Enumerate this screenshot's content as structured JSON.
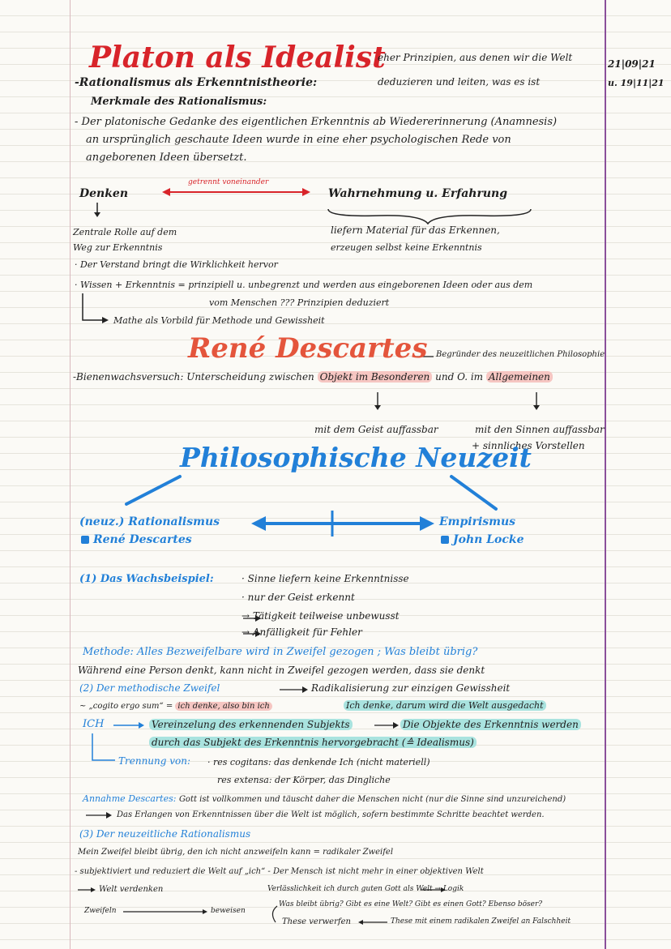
{
  "title": "Platon als Idealist",
  "header_note": [
    "eher Prinzipien, aus denen wir die Welt",
    "deduzieren und leiten, was es ist"
  ],
  "dates": [
    "21|09|21",
    "u. 19|11|21"
  ],
  "rationalismus_heading": "-Rationalismus als Erkenntnistheorie:",
  "merkmale_heading": "Merkmale des Rationalismus:",
  "platon_text": [
    "- Der platonische Gedanke des eigentlichen Erkenntnis ab Wiedererinnerung (Anamnesis)",
    "an ursprünglich geschaute Ideen wurde in eine eher psychologischen Rede von",
    "angeborenen Ideen übersetzt."
  ],
  "denken": "Denken",
  "getrennt": "getrennt voneinander",
  "wahrnehmung": "Wahrnehmung u. Erfahrung",
  "denken_note": [
    "Zentrale Rolle auf dem",
    "Weg zur Erkenntnis"
  ],
  "wahrnehmung_note": [
    "liefern Material für das Erkennen,",
    "erzeugen selbst keine Erkenntnis"
  ],
  "verstand": "· Der Verstand bringt die Wirklichkeit hervor",
  "wissen": [
    "· Wissen + Erkenntnis = prinzipiell u. unbegrenzt und werden aus eingeborenen Ideen oder aus dem",
    "vom Menschen ??? Prinzipien deduziert"
  ],
  "mathe": "Mathe als Vorbild für Methode und Gewissheit",
  "descartes_title": "René Descartes",
  "descartes_sub": "Begründer des neuzeitlichen Philosophie",
  "bienen": {
    "prefix": "-Bienenwachsversuch: Unterscheidung zwischen",
    "obj1": "Objekt im Besonderen",
    "mid": "und O. im",
    "obj2": "Allgemeinen"
  },
  "geist": "mit dem Geist auffassbar",
  "sinne": [
    "mit den Sinnen auffassbar",
    "+ sinnliches Vorstellen"
  ],
  "neuzeit": "Philosophische Neuzeit",
  "left_branch": {
    "label": "(neuz.) Rationalismus",
    "person": "René Descartes"
  },
  "right_branch": {
    "label": "Empirismus",
    "person": "John Locke"
  },
  "wachs": {
    "label": "(1) Das Wachsbeispiel:",
    "items": [
      "· Sinne liefern keine Erkenntnisse",
      "· nur der Geist erkennt",
      "→ Tätigkeit teilweise unbewusst",
      "→ Anfälligkeit für Fehler"
    ]
  },
  "methode": "Methode: Alles Bezweifelbare wird in Zweifel gezogen ; Was bleibt übrig?",
  "waehrend": "Während eine Person denkt, kann nicht in Zweifel gezogen werden, dass sie denkt",
  "zweifel": {
    "label": "(2) Der methodische Zweifel",
    "result": "Radikalisierung zur einzigen Gewissheit"
  },
  "cogito": {
    "quote": "~ „cogito ergo sum“ =",
    "red": "ich denke, also bin ich",
    "teal": "Ich denke, darum wird die Welt ausgedacht"
  },
  "ich": {
    "label": "ICH",
    "a": "Vereinzelung des erkennenden Subjekts",
    "b": "Die Objekte des Erkenntnis werden",
    "c": "durch das Subjekt des Erkenntnis hervorgebracht (≙ Idealismus)"
  },
  "trennung": {
    "label": "Trennung von:",
    "a": "· res cogitans: das denkende Ich (nicht materiell)",
    "b": "res extensa: der Körper, das Dingliche"
  },
  "annahme": {
    "label": "Annahme Descartes:",
    "text": "Gott ist vollkommen und täuscht daher die Menschen nicht (nur die Sinne sind unzureichend)"
  },
  "erlangen": "Das Erlangen von Erkenntnissen über die Welt ist möglich, sofern bestimmte Schritte beachtet werden.",
  "neuzeitlich": "(3) Der neuzeitliche Rationalismus",
  "mein_zweifel": "Mein Zweifel bleibt übrig, den ich nicht anzweifeln kann = radikaler Zweifel",
  "subjekt": "- subjektiviert und reduziert die Welt auf „ich“ - Der Mensch ist nicht mehr in einer objektiven Welt",
  "welt_verdenken": "Welt verdenken",
  "verlaesslichkeit": "Verlässlichkeit ich durch guten Gott als Welt → Logik",
  "frage": "Was bleibt übrig? Gibt es eine Welt? Gibt es einen Gott? Ebenso böser?",
  "zweifeln": "Zweifeln",
  "beweisen": "beweisen",
  "these": "These verwerfen",
  "these2": "These mit einem radikalen Zweifel an Falschheit"
}
